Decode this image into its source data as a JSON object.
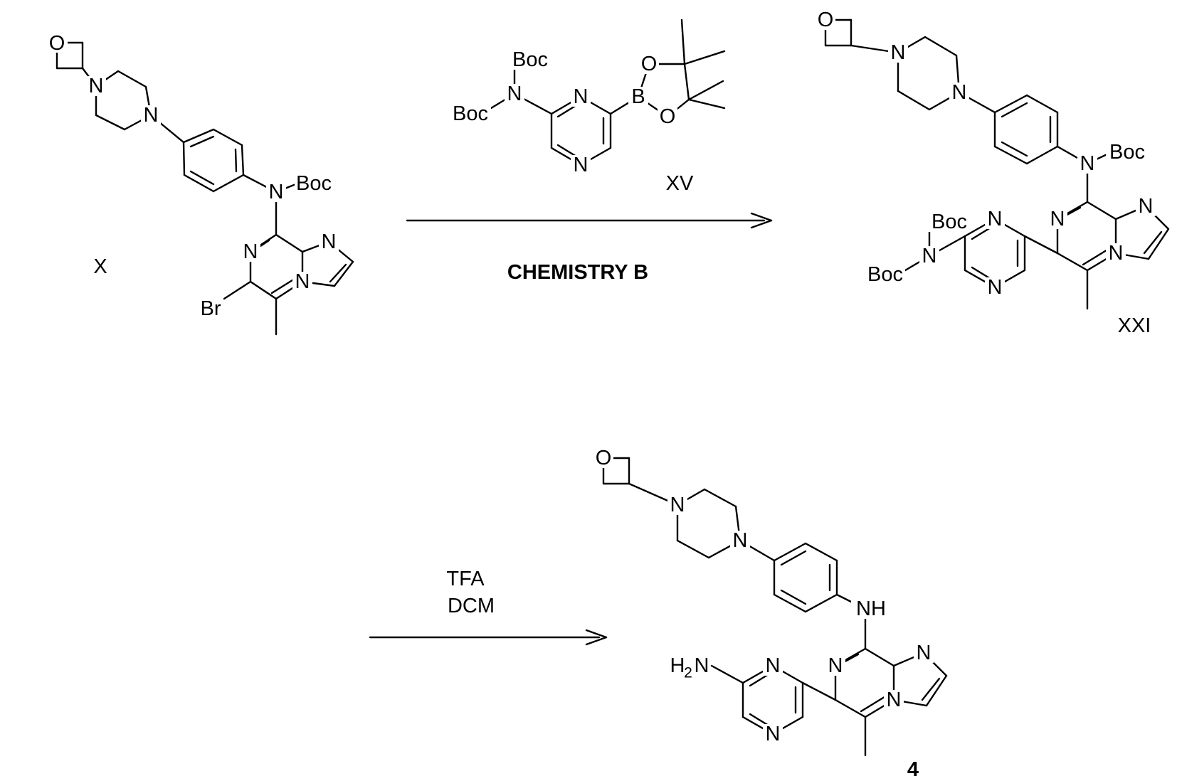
{
  "scheme": {
    "compounds": {
      "X": {
        "label": "X"
      },
      "XV": {
        "label": "XV"
      },
      "XXI": {
        "label": "XXI"
      },
      "product": {
        "label": "4"
      }
    },
    "step1": {
      "condition": "CHEMISTRY B"
    },
    "step2": {
      "reagents": [
        "TFA",
        "DCM"
      ]
    },
    "atoms": {
      "O": "O",
      "N": "N",
      "B": "B",
      "Br": "Br",
      "Boc": "Boc",
      "NH": "NH",
      "H2N_H": "H",
      "H2N_2": "2",
      "H2N_N": "N"
    }
  }
}
